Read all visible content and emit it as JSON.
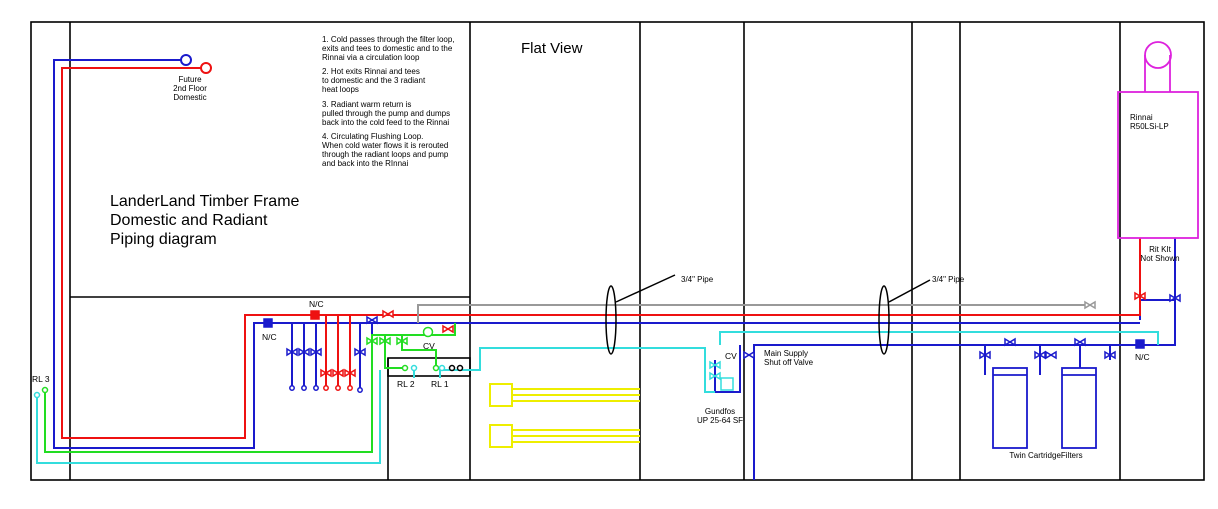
{
  "title_lines": [
    "LanderLand Timber Frame",
    "Domestic and Radiant",
    "Piping diagram"
  ],
  "flat_view": "Flat View",
  "notes": [
    "1. Cold passes through the filter loop,",
    "exits and tees to domestic and to the",
    "Rinnai via a circulation loop",
    "2. Hot exits Rinnai and tees",
    "to domestic and the 3 radiant",
    "heat loops",
    "3. Radiant warm return is",
    "pulled through the pump and dumps",
    "back into the cold feed to the Rinnai",
    "4. Circulating Flushing Loop.",
    "When cold water flows it is rerouted",
    "through the radiant loops and pump",
    "and back into the RInnai"
  ],
  "future": [
    "Future",
    "2nd Floor",
    "Domestic"
  ],
  "rinnai": [
    "Rinnai",
    "R50LSi-LP"
  ],
  "rit_kit": [
    "Rit KIt",
    "Not Shown"
  ],
  "pipe_label_1": "3/4\" Pipe",
  "pipe_label_2": "3/4\" Pipe",
  "cv_label_1": "CV",
  "cv_label_2": "CV",
  "nc_labels": [
    "N/C",
    "N/C",
    "N/C"
  ],
  "rl_labels": [
    "RL 3",
    "RL 2",
    "RL 1"
  ],
  "main_supply": [
    "Main Supply",
    "Shut off Valve"
  ],
  "gundfos": [
    "Gundfos",
    "UP 25-64 SF"
  ],
  "twin_filters": "Twin CartridgeFilters",
  "colors": {
    "cold": "#1a1acc",
    "hot": "#ee1111",
    "radiant_return": "#22dd22",
    "flush": "#33dddd",
    "yellow": "#eeee00",
    "gray": "#999999",
    "rinnai": "#dd22dd",
    "frame": "#000000"
  },
  "icons": [
    "valve-icon",
    "pump-icon",
    "filter-icon",
    "loop-icon",
    "water-heater-icon"
  ]
}
